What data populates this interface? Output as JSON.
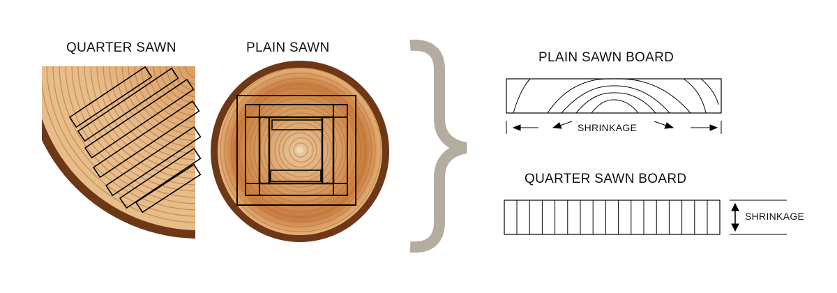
{
  "labels": {
    "quarter_sawn": "QUARTER SAWN",
    "plain_sawn": "PLAIN SAWN",
    "plain_sawn_board": "PLAIN SAWN BOARD",
    "quarter_sawn_board": "QUARTER SAWN BOARD",
    "shrinkage_plain": "SHRINKAGE",
    "shrinkage_quarter": "SHRINKAGE"
  },
  "colors": {
    "bark": "#8a4a22",
    "bark_dark": "#5e2e12",
    "sapwood": "#d99a5b",
    "heartwood": "#c97b3f",
    "ring": "#b0682f",
    "pith": "#e8c9a0",
    "brace": "#b5aca0",
    "line": "#000000"
  },
  "icons": [
    "left-arrow-icon",
    "right-arrow-icon",
    "vertical-double-arrow-icon",
    "curly-brace-icon"
  ]
}
